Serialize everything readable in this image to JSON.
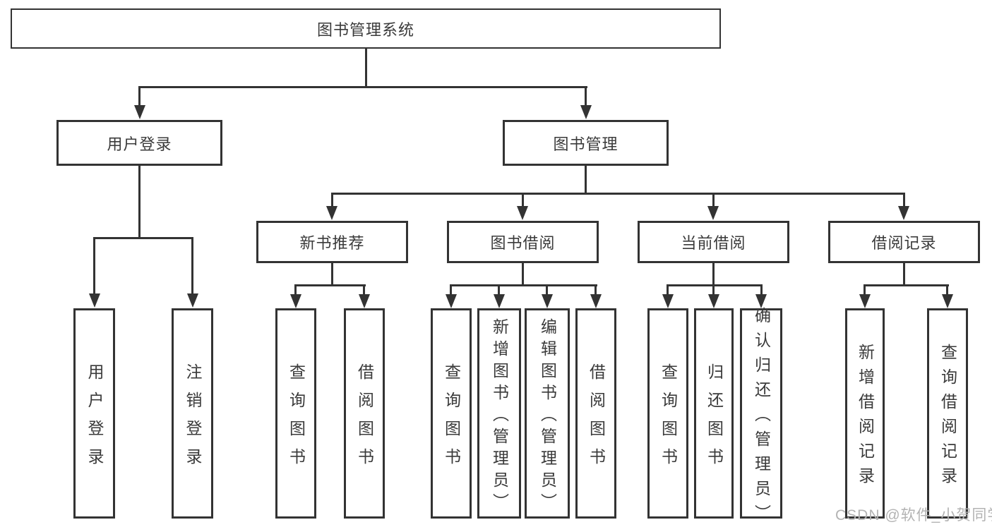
{
  "diagram": {
    "root_label": "图书管理系统",
    "user_branch": {
      "label": "用户登录",
      "children": [
        "用户登录",
        "注销登录"
      ]
    },
    "book_branch": {
      "label": "图书管理",
      "modules": [
        {
          "label": "新书推荐",
          "children": [
            "查询图书",
            "借阅图书"
          ]
        },
        {
          "label": "图书借阅",
          "children": [
            "查询图书",
            "新增图书（管理员）",
            "编辑图书（管理员）",
            "借阅图书"
          ]
        },
        {
          "label": "当前借阅",
          "children": [
            "查询图书",
            "归还图书",
            "确认归还（管理员）"
          ]
        },
        {
          "label": "借阅记录",
          "children": [
            "新增借阅记录",
            "查询借阅记录"
          ]
        }
      ]
    }
  },
  "watermark": "CSDN @软件_小贺同学",
  "colors": {
    "line": "#333333",
    "text": "#3a3a3a",
    "watermark": "#b3b3b3",
    "background": "#ffffff"
  }
}
